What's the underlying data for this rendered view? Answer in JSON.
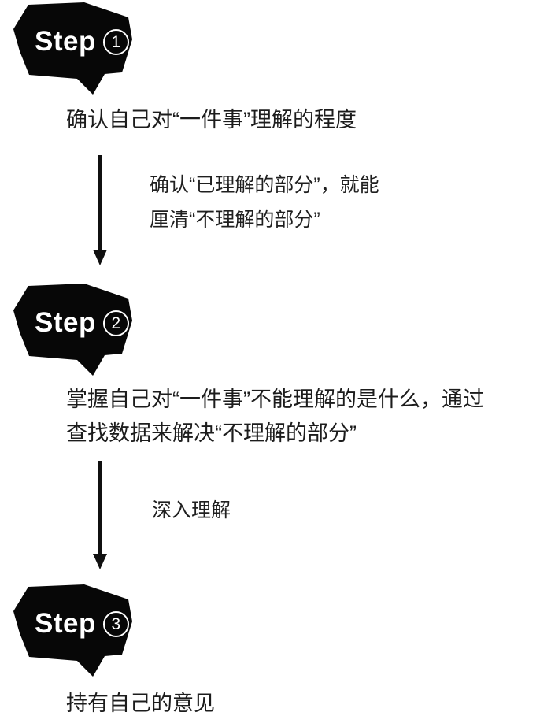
{
  "colors": {
    "background": "#ffffff",
    "bubble_fill": "#070707",
    "bubble_text": "#ffffff",
    "body_text": "#1c1c1c",
    "arrow": "#101010"
  },
  "steps": [
    {
      "label": "Step",
      "number": "1",
      "description_lines": [
        "确认自己对“一件事”理解的程度"
      ],
      "arrow_note_lines": [
        "确认“已理解的部分”，就能",
        "厘清“不理解的部分”"
      ]
    },
    {
      "label": "Step",
      "number": "2",
      "description_lines": [
        "掌握自己对“一件事”不能理解的是什么，通过",
        "查找数据来解决“不理解的部分”"
      ],
      "arrow_note_lines": [
        "深入理解"
      ]
    },
    {
      "label": "Step",
      "number": "3",
      "description_lines": [
        "持有自己的意见"
      ],
      "arrow_note_lines": []
    }
  ]
}
